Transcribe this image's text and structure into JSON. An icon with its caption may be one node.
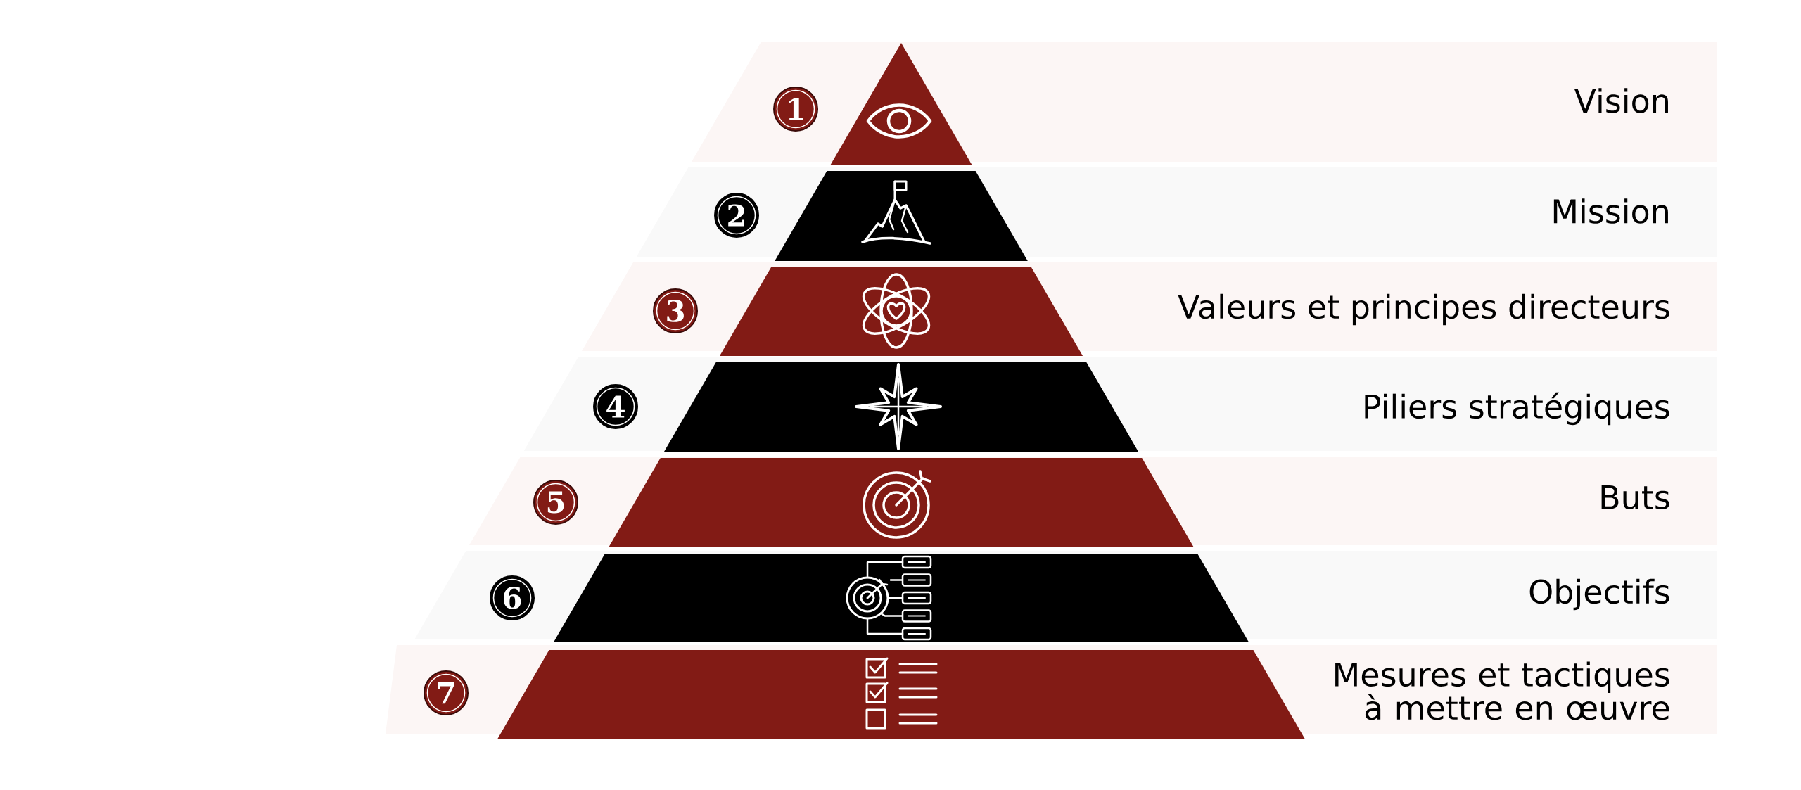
{
  "diagram": {
    "nodes": [
      {
        "text": [
          "Vision"
        ]
      },
      {
        "text": [
          "1"
        ],
        "in": 0
      },
      {
        "text": [
          "Mission"
        ]
      },
      {
        "text": [
          "2"
        ],
        "in": 2
      },
      {
        "text": [
          "Valeurs et principes directeurs"
        ]
      },
      {
        "text": [
          "3"
        ],
        "in": 4
      },
      {
        "text": [
          "Piliers stratégiques"
        ]
      },
      {
        "text": [
          "4"
        ],
        "in": 6
      },
      {
        "text": [
          "Buts"
        ]
      },
      {
        "text": [
          "5"
        ],
        "in": 8
      },
      {
        "text": [
          "Objectifs"
        ]
      },
      {
        "text": [
          "6"
        ],
        "in": 10
      },
      {
        "text": [
          "Mesures et tactiques à mettre en œuvre"
        ]
      },
      {
        "text": [
          "7"
        ],
        "in": 12
      }
    ]
  }
}
